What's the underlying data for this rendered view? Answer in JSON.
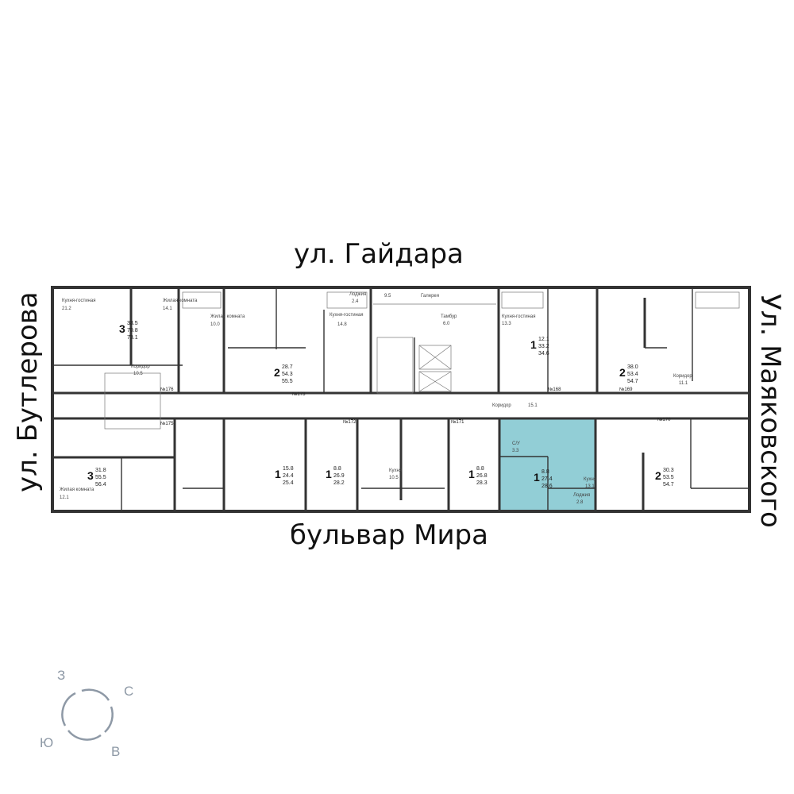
{
  "streets": {
    "north": "ул. Гайдара",
    "south": "бульвар Мира",
    "west": "ул. Бутлерова",
    "east": "Ул. Маяковского"
  },
  "highlight_color": "#86c9d1",
  "apartments": [
    {
      "id": "a1",
      "rooms": "3",
      "living": "33.5",
      "total": "70.8",
      "total_bal": "73.1"
    },
    {
      "id": "a2",
      "rooms": "2",
      "living": "28.7",
      "total": "54.3",
      "total_bal": "55.5"
    },
    {
      "id": "a3",
      "rooms": "1",
      "living": "12.1",
      "total": "33.2",
      "total_bal": "34.6"
    },
    {
      "id": "a4",
      "rooms": "2",
      "living": "38.0",
      "total": "53.4",
      "total_bal": "54.7"
    },
    {
      "id": "a5",
      "rooms": "3",
      "living": "31.8",
      "total": "55.5",
      "total_bal": "56.4"
    },
    {
      "id": "a6",
      "rooms": "1",
      "living": "15.8",
      "total": "24.4",
      "total_bal": "25.4"
    },
    {
      "id": "a7",
      "rooms": "1",
      "living": "8.8",
      "total": "26.9",
      "total_bal": "28.2"
    },
    {
      "id": "a8",
      "rooms": "1",
      "living": "8.8",
      "total": "26.8",
      "total_bal": "28.3"
    },
    {
      "id": "a9",
      "rooms": "1",
      "living": "8.8",
      "total": "27.4",
      "total_bal": "28.6",
      "selected": true
    },
    {
      "id": "a10",
      "rooms": "2",
      "living": "30.3",
      "total": "53.5",
      "total_bal": "54.7"
    }
  ],
  "rooms": {
    "r1": "Кухня-гостиная",
    "r1a": "21.2",
    "r2": "Жилая комната",
    "r2a": "14.1",
    "r3": "Жилая комната",
    "r3a": "10.0",
    "r4": "Коридор",
    "r4a": "10.5",
    "r5": "Лоджия",
    "r5a": "2.4",
    "r6": "Кухня-гостиная",
    "r6a": "14.8",
    "r7": "Галерея",
    "r7a": "9.5",
    "r8": "Тамбур",
    "r8a": "6.0",
    "r9": "Кухня-гостиная",
    "r9a": "13.3",
    "r10": "Коридор",
    "r10a": "15.1",
    "r11": "Коридор",
    "r11a": "11.1",
    "r12": "Кухня",
    "r12a": "13.1",
    "r13": "Лоджия",
    "r13a": "2.8",
    "r14": "Кухня",
    "r14a": "10.5",
    "r15": "С/У",
    "r15a": "3.3",
    "r16": "Жилая комната",
    "r16a": "12.1"
  },
  "flat_numbers": [
    "№176",
    "№175",
    "№173",
    "№172",
    "№171",
    "№169",
    "№168",
    "№170"
  ],
  "compass": {
    "w": "З",
    "n": "С",
    "e": "В",
    "s": "Ю"
  }
}
